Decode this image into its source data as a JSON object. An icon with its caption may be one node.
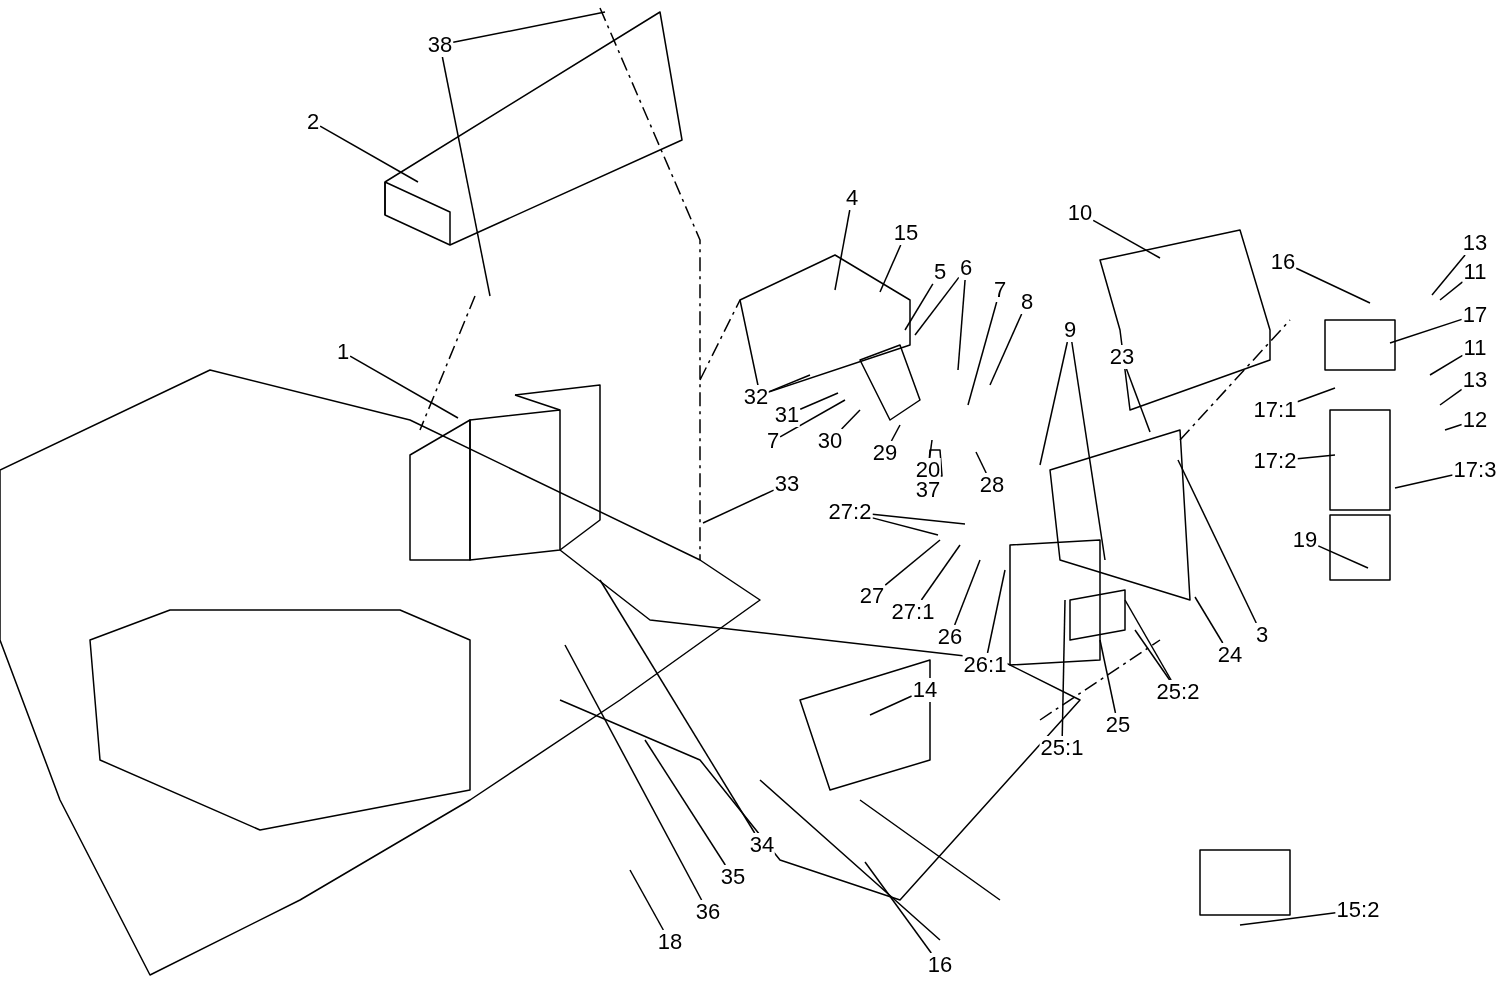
{
  "diagram": {
    "nodes": [
      {
        "text": [
          "38"
        ]
      },
      {
        "text": [
          "2"
        ]
      },
      {
        "text": [
          "1"
        ]
      },
      {
        "text": [
          "4"
        ]
      },
      {
        "text": [
          "15"
        ]
      },
      {
        "text": [
          "5"
        ]
      },
      {
        "text": [
          "6"
        ]
      },
      {
        "text": [
          "7"
        ]
      },
      {
        "text": [
          "8"
        ]
      },
      {
        "text": [
          "9"
        ]
      },
      {
        "text": [
          "10"
        ]
      },
      {
        "text": [
          "16"
        ]
      },
      {
        "text": [
          "13"
        ]
      },
      {
        "text": [
          "11"
        ]
      },
      {
        "text": [
          "17"
        ]
      },
      {
        "text": [
          "11"
        ]
      },
      {
        "text": [
          "13"
        ]
      },
      {
        "text": [
          "12"
        ]
      },
      {
        "text": [
          "17:1"
        ]
      },
      {
        "text": [
          "17:2"
        ]
      },
      {
        "text": [
          "17:3"
        ]
      },
      {
        "text": [
          "19"
        ]
      },
      {
        "text": [
          "23"
        ]
      },
      {
        "text": [
          "3"
        ]
      },
      {
        "text": [
          "24"
        ]
      },
      {
        "text": [
          "32"
        ]
      },
      {
        "text": [
          "31"
        ]
      },
      {
        "text": [
          "7"
        ]
      },
      {
        "text": [
          "30"
        ]
      },
      {
        "text": [
          "29"
        ]
      },
      {
        "text": [
          "20"
        ]
      },
      {
        "text": [
          "28"
        ]
      },
      {
        "text": [
          "33"
        ]
      },
      {
        "text": [
          "27:2"
        ]
      },
      {
        "text": [
          "27"
        ]
      },
      {
        "text": [
          "27:1"
        ]
      },
      {
        "text": [
          "26"
        ]
      },
      {
        "text": [
          "26:1"
        ]
      },
      {
        "text": [
          "25:1"
        ]
      },
      {
        "text": [
          "25"
        ]
      },
      {
        "text": [
          "25:2"
        ]
      },
      {
        "text": [
          "14"
        ]
      },
      {
        "text": [
          "34"
        ]
      },
      {
        "text": [
          "35"
        ]
      },
      {
        "text": [
          "36"
        ]
      },
      {
        "text": [
          "18"
        ]
      },
      {
        "text": [
          "16"
        ]
      },
      {
        "text": [
          "15:2"
        ]
      },
      {
        "text": [
          "37"
        ]
      }
    ],
    "edges": [
      {
        "from": 0,
        "to": null,
        "arrow": "none"
      },
      {
        "from": 0,
        "to": null,
        "arrow": "none"
      },
      {
        "from": 1,
        "to": null,
        "arrow": "none"
      },
      {
        "from": 2,
        "to": null,
        "arrow": "none"
      },
      {
        "from": 3,
        "to": null,
        "arrow": "none"
      },
      {
        "from": 4,
        "to": null,
        "arrow": "none"
      },
      {
        "from": 5,
        "to": null,
        "arrow": "none"
      },
      {
        "from": 6,
        "to": null,
        "arrow": "none"
      },
      {
        "from": 6,
        "to": null,
        "arrow": "none"
      },
      {
        "from": 7,
        "to": null,
        "arrow": "none"
      },
      {
        "from": 8,
        "to": null,
        "arrow": "none"
      },
      {
        "from": 9,
        "to": null,
        "arrow": "none"
      },
      {
        "from": 9,
        "to": null,
        "arrow": "none"
      },
      {
        "from": 10,
        "to": null,
        "arrow": "none"
      },
      {
        "from": 11,
        "to": null,
        "arrow": "none"
      },
      {
        "from": 12,
        "to": null,
        "arrow": "none"
      },
      {
        "from": 13,
        "to": null,
        "arrow": "none"
      },
      {
        "from": 14,
        "to": null,
        "arrow": "none"
      },
      {
        "from": 15,
        "to": null,
        "arrow": "none"
      },
      {
        "from": 16,
        "to": null,
        "arrow": "none"
      },
      {
        "from": 17,
        "to": null,
        "arrow": "none"
      },
      {
        "from": 18,
        "to": null,
        "arrow": "none"
      },
      {
        "from": 19,
        "to": null,
        "arrow": "none"
      },
      {
        "from": 20,
        "to": null,
        "arrow": "none"
      },
      {
        "from": 21,
        "to": null,
        "arrow": "none"
      },
      {
        "from": 22,
        "to": null,
        "arrow": "none"
      },
      {
        "from": 23,
        "to": null,
        "arrow": "none"
      },
      {
        "from": 24,
        "to": null,
        "arrow": "none"
      },
      {
        "from": 25,
        "to": null,
        "arrow": "none"
      },
      {
        "from": 26,
        "to": null,
        "arrow": "none"
      },
      {
        "from": 27,
        "to": null,
        "arrow": "none"
      },
      {
        "from": 28,
        "to": null,
        "arrow": "none"
      },
      {
        "from": 29,
        "to": null,
        "arrow": "none"
      },
      {
        "from": 30,
        "to": null,
        "arrow": "none"
      },
      {
        "from": 31,
        "to": null,
        "arrow": "none"
      },
      {
        "from": 32,
        "to": null,
        "arrow": "none"
      },
      {
        "from": 33,
        "to": null,
        "arrow": "none"
      },
      {
        "from": 33,
        "to": null,
        "arrow": "none"
      },
      {
        "from": 34,
        "to": null,
        "arrow": "none"
      },
      {
        "from": 35,
        "to": null,
        "arrow": "none"
      },
      {
        "from": 36,
        "to": null,
        "arrow": "none"
      },
      {
        "from": 37,
        "to": null,
        "arrow": "none"
      },
      {
        "from": 38,
        "to": null,
        "arrow": "none"
      },
      {
        "from": 39,
        "to": null,
        "arrow": "none"
      },
      {
        "from": 40,
        "to": null,
        "arrow": "none"
      },
      {
        "from": 40,
        "to": null,
        "arrow": "none"
      },
      {
        "from": 41,
        "to": null,
        "arrow": "none"
      },
      {
        "from": 42,
        "to": null,
        "arrow": "none"
      },
      {
        "from": 43,
        "to": null,
        "arrow": "none"
      },
      {
        "from": 44,
        "to": null,
        "arrow": "none"
      },
      {
        "from": 45,
        "to": null,
        "arrow": "none"
      },
      {
        "from": 46,
        "to": null,
        "arrow": "none"
      },
      {
        "from": 47,
        "to": null,
        "arrow": "none"
      }
    ]
  }
}
